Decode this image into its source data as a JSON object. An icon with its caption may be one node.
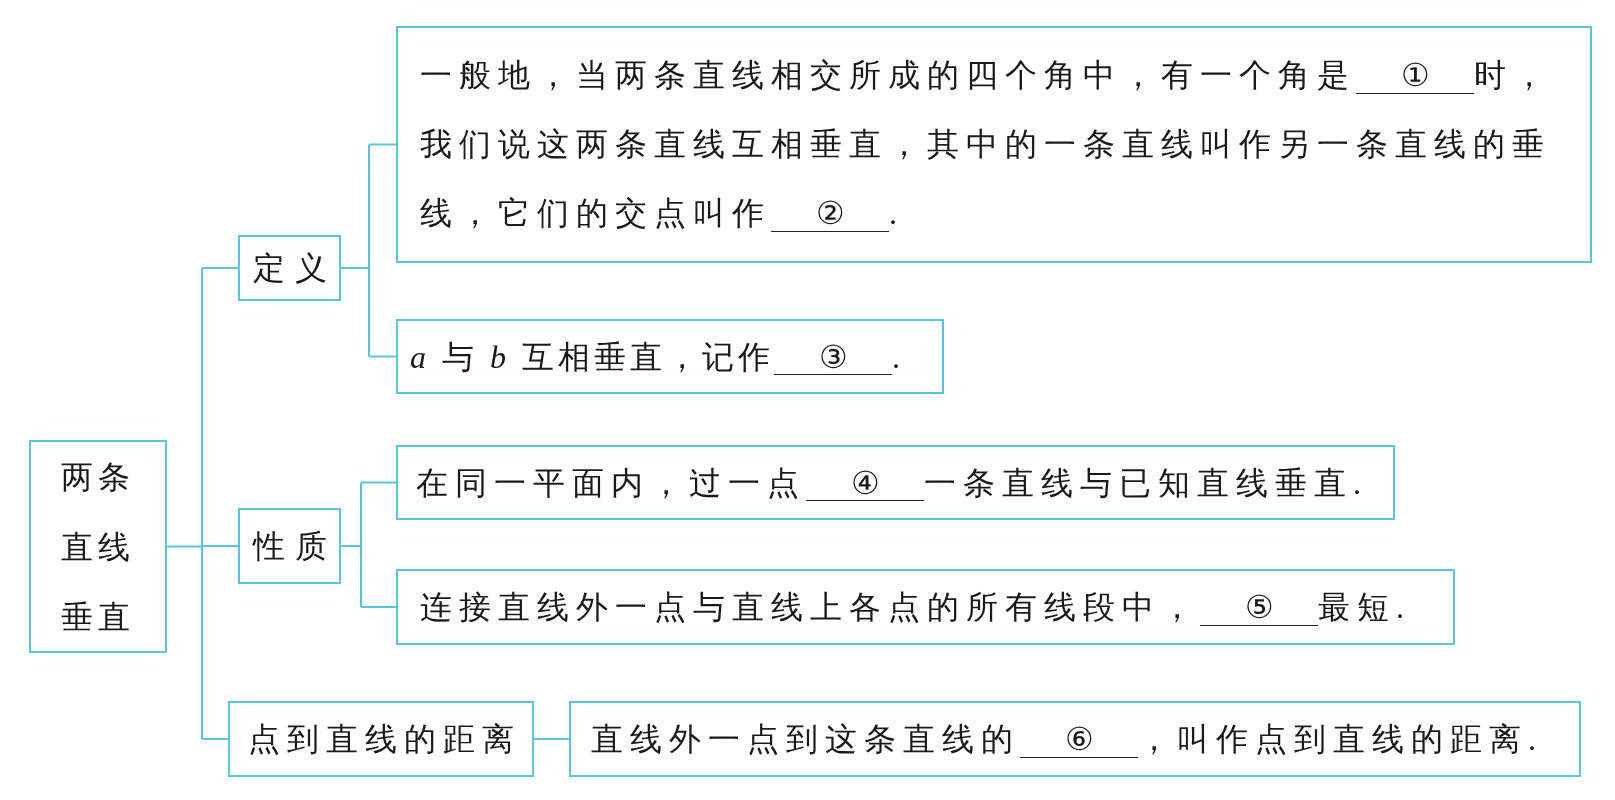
{
  "diagram": {
    "nodes": [
      {
        "text": [
          "两条直线垂直"
        ]
      },
      {
        "text": [
          "定义"
        ]
      },
      {
        "text": [
          "一般地，当两条直线相交所成的四个角中，有一个角是 ① 时，我们说这两条直线互相垂直，其中的一条直线叫作另一条直线的垂线，它们的交点叫作 ② ."
        ]
      },
      {
        "text": [
          "*a* 与 *b* 互相垂直，记作 ③ ."
        ]
      },
      {
        "text": [
          "性质"
        ]
      },
      {
        "text": [
          "在同一平面内，过一点 ④ 一条直线与已知直线垂直."
        ]
      },
      {
        "text": [
          "连接直线外一点与直线上各点的所有线段中， ⑤ 最短."
        ]
      },
      {
        "text": [
          "点到直线的距离"
        ]
      },
      {
        "text": [
          "直线外一点到这条直线的 ⑥ ，叫作点到直线的距离."
        ]
      }
    ],
    "edges": [
      {
        "from": 0,
        "to": 1,
        "arrow": "none"
      },
      {
        "from": 0,
        "to": 4,
        "arrow": "none"
      },
      {
        "from": 0,
        "to": 7,
        "arrow": "none"
      },
      {
        "from": 1,
        "to": 2,
        "arrow": "none"
      },
      {
        "from": 1,
        "to": 3,
        "arrow": "none"
      },
      {
        "from": 4,
        "to": 5,
        "arrow": "none"
      },
      {
        "from": 4,
        "to": 6,
        "arrow": "none"
      },
      {
        "from": 7,
        "to": 8,
        "arrow": "none"
      }
    ]
  }
}
